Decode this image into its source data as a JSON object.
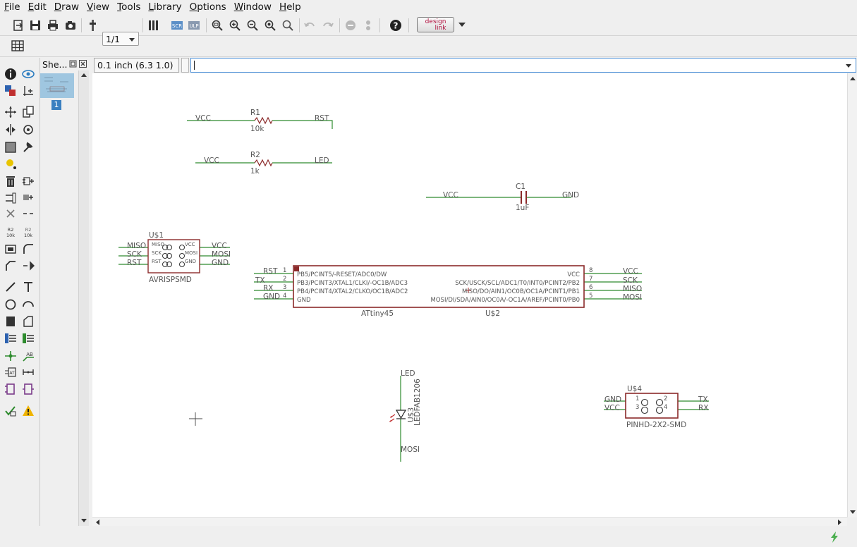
{
  "menu": [
    "File",
    "Edit",
    "Draw",
    "View",
    "Tools",
    "Library",
    "Options",
    "Window",
    "Help"
  ],
  "toolbar": {
    "sheet_value": "1/1",
    "design_link_line1": "design",
    "design_link_line2": "link"
  },
  "sheets_panel": {
    "title": "She...",
    "sheet_number": "1"
  },
  "coordinate": "0.1 inch (6.3 1.0)",
  "command_line": {
    "value": ""
  },
  "colors": {
    "wire": "#2e8b2e",
    "part": "#8b2a2a",
    "label": "#444444",
    "accent": "#3a7fc0"
  },
  "schematic": {
    "r1": {
      "name": "R1",
      "value": "10k",
      "net_left": "VCC",
      "net_right": "RST"
    },
    "r2": {
      "name": "R2",
      "value": "1k",
      "net_left": "VCC",
      "net_right": "LED"
    },
    "c1": {
      "name": "C1",
      "value": "1uF",
      "net_left": "VCC",
      "net_right": "GND"
    },
    "us1": {
      "name": "U$1",
      "value": "AVRISPSMD",
      "pins_left": [
        "MISO",
        "SCK",
        "RST"
      ],
      "pins_right": [
        "VCC",
        "MOSI",
        "GND"
      ],
      "nets_left": [
        "MISO",
        "SCK",
        "RST"
      ],
      "nets_right": [
        "VCC",
        "MOSI",
        "GND"
      ]
    },
    "us2": {
      "name": "U$2",
      "value": "ATtiny45",
      "pins_left": [
        "PB5/PCINT5/-RESET/ADC0/DW",
        "PB3/PCINT3/XTAL1/CLKI/-OC1B/ADC3",
        "PB4/PCINT4/XTAL2/CLKO/OC1B/ADC2",
        "GND"
      ],
      "pins_right": [
        "VCC",
        "SCK/USCK/SCL/ADC1/T0/INT0/PCINT2/PB2",
        "MISO/DO/AIN1/OC0B/OC1A/PCINT1/PB1",
        "MOSI/DI/SDA/AIN0/OC0A/-OC1A/AREF/PCINT0/PB0"
      ],
      "pin_numbers_left": [
        "1",
        "2",
        "3",
        "4"
      ],
      "pin_numbers_right": [
        "8",
        "7",
        "6",
        "5"
      ],
      "nets_left": [
        "RST",
        "TX",
        "RX",
        "GND"
      ],
      "nets_right": [
        "VCC",
        "SCK",
        "MISO",
        "MOSI"
      ]
    },
    "us3": {
      "name": "U$3",
      "value": "LEDFAB1206",
      "net_top": "LED",
      "net_bottom": "MOSI"
    },
    "us4": {
      "name": "U$4",
      "value": "PINHD-2X2-SMD",
      "pin_numbers": [
        "1",
        "2",
        "3",
        "4"
      ],
      "nets_left": [
        "GND",
        "VCC"
      ],
      "nets_right": [
        "TX",
        "RX"
      ]
    }
  }
}
